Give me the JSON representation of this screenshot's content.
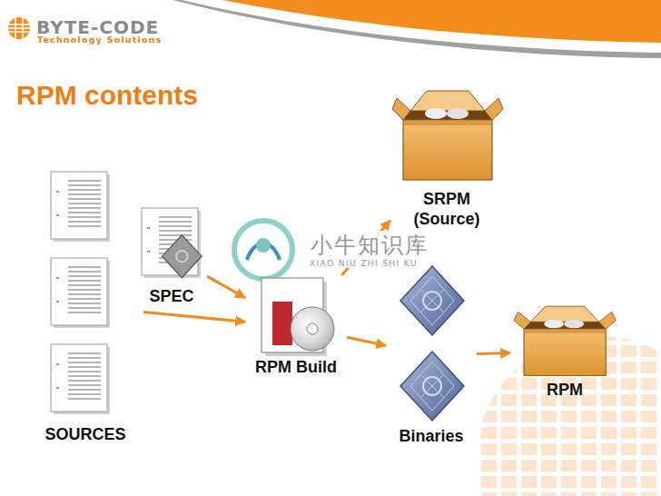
{
  "diagram": {
    "title": "RPM contents",
    "nodes": [
      {
        "text": [
          "SOURCES"
        ]
      },
      {
        "text": [
          "SPEC"
        ]
      },
      {
        "text": [
          "RPM Build"
        ]
      },
      {
        "text": [
          "SRPM (Source)"
        ]
      },
      {
        "text": [
          "Binaries"
        ]
      },
      {
        "text": [
          "RPM"
        ]
      }
    ],
    "edges": [
      {
        "from": 0,
        "to": 2,
        "arrow": "to"
      },
      {
        "from": 1,
        "to": 2,
        "arrow": "to"
      },
      {
        "from": 2,
        "to": 3,
        "arrow": "to"
      },
      {
        "from": 2,
        "to": 4,
        "arrow": "to"
      },
      {
        "from": 4,
        "to": 5,
        "arrow": "to"
      }
    ],
    "labels": [
      "BYTE-CODE",
      "Technology Solutions",
      "小牛知识库",
      "XIAO NIU ZHI SHI KU"
    ]
  }
}
